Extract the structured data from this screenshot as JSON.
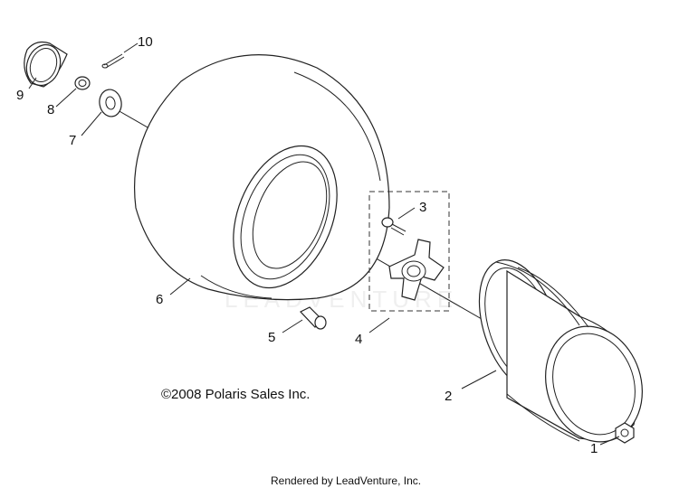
{
  "callouts": {
    "c1": "1",
    "c2": "2",
    "c3": "3",
    "c4": "4",
    "c5": "5",
    "c6": "6",
    "c7": "7",
    "c8": "8",
    "c9": "9",
    "c10": "10"
  },
  "copyright": "©2008 Polaris Sales Inc.",
  "watermark": "LEADVENTURE",
  "footer": "Rendered by LeadVenture, Inc."
}
